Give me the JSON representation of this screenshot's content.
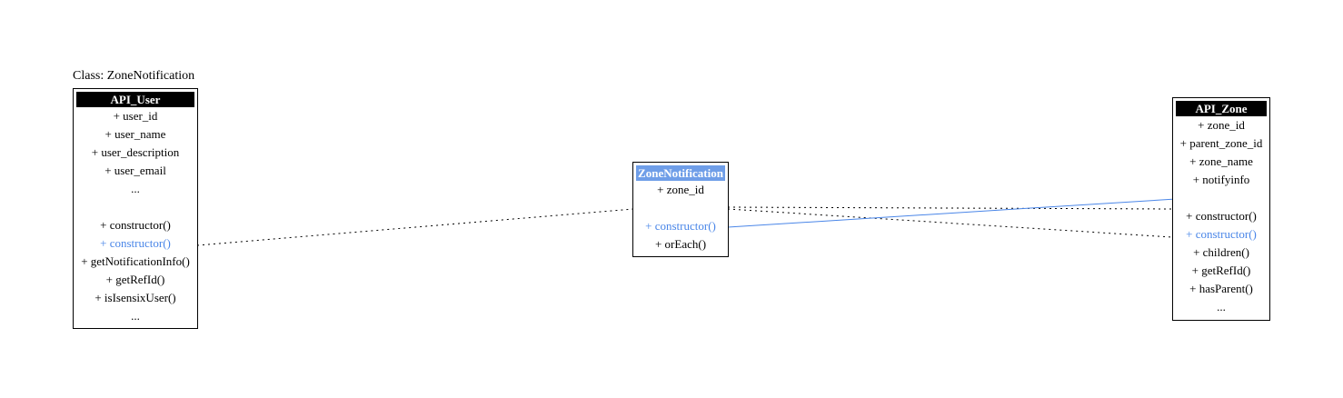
{
  "caption": "Class: ZoneNotification",
  "classes": {
    "api_user": {
      "title": "API_User",
      "rows": [
        {
          "text": "+ user_id",
          "highlight": false
        },
        {
          "text": "+ user_name",
          "highlight": false
        },
        {
          "text": "+ user_description",
          "highlight": false
        },
        {
          "text": "+ user_email",
          "highlight": false
        },
        {
          "text": "...",
          "highlight": false
        },
        {
          "text": "",
          "highlight": false
        },
        {
          "text": "+ constructor()",
          "highlight": false
        },
        {
          "text": "+ constructor()",
          "highlight": true
        },
        {
          "text": "+ getNotificationInfo()",
          "highlight": false
        },
        {
          "text": "+ getRefId()",
          "highlight": false
        },
        {
          "text": "+ isIsensixUser()",
          "highlight": false
        },
        {
          "text": "...",
          "highlight": false
        }
      ]
    },
    "zone_notification": {
      "title": "ZoneNotification",
      "rows": [
        {
          "text": "+ zone_id",
          "highlight": false
        },
        {
          "text": "",
          "highlight": false
        },
        {
          "text": "+ constructor()",
          "highlight": true
        },
        {
          "text": "+ orEach()",
          "highlight": false
        }
      ]
    },
    "api_zone": {
      "title": "API_Zone",
      "rows": [
        {
          "text": "+ zone_id",
          "highlight": false
        },
        {
          "text": "+ parent_zone_id",
          "highlight": false
        },
        {
          "text": "+ zone_name",
          "highlight": false
        },
        {
          "text": "+ notifyinfo",
          "highlight": false
        },
        {
          "text": "",
          "highlight": false
        },
        {
          "text": "+ constructor()",
          "highlight": false
        },
        {
          "text": "+ constructor()",
          "highlight": true
        },
        {
          "text": "+ children()",
          "highlight": false
        },
        {
          "text": "+ getRefId()",
          "highlight": false
        },
        {
          "text": "+ hasParent()",
          "highlight": false
        },
        {
          "text": "...",
          "highlight": false
        }
      ]
    }
  },
  "colors": {
    "highlight_text": "#4a86e8",
    "highlight_title": "#6f9ee8",
    "link_solid": "#4a86e8",
    "link_dotted": "#000000"
  }
}
